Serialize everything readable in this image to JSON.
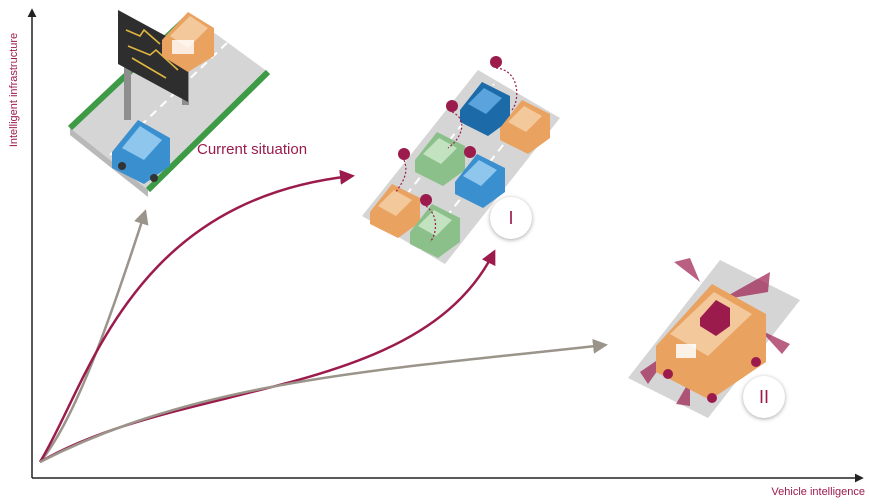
{
  "axes": {
    "y_label": "Intelligent infrastructure",
    "x_label": "Vehicle intelligence"
  },
  "annotations": {
    "current_situation": "Current situation",
    "scenario_one": "I",
    "scenario_two": "II"
  },
  "colors": {
    "accent": "#9b1b4d",
    "gray_arrow": "#9b948a",
    "axis": "#222222",
    "road": "#d5d5d5",
    "grass": "#3d9a45",
    "car_orange": "#e9a260",
    "car_blue": "#3a8fcf",
    "car_green": "#8cc08a",
    "car_navy": "#1c6aa8",
    "sign_dark": "#2e2e2e"
  },
  "icons": [
    "gantry-sign-icon",
    "connected-cars-icon",
    "autonomous-car-icon"
  ]
}
